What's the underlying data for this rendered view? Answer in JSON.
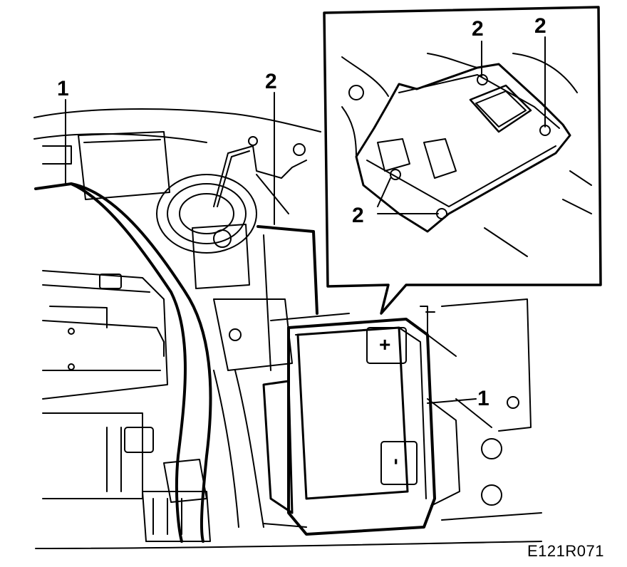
{
  "callouts": {
    "hose_top": "1",
    "hose_right": "1",
    "bracket_main": "2",
    "inset_top_left": "2",
    "inset_top_right": "2",
    "inset_bottom_left": "2"
  },
  "battery": {
    "positive_symbol": "+",
    "negative_symbol": "-"
  },
  "figure_code": "E121R071",
  "colors": {
    "ink": "#000000",
    "paper": "#ffffff"
  }
}
